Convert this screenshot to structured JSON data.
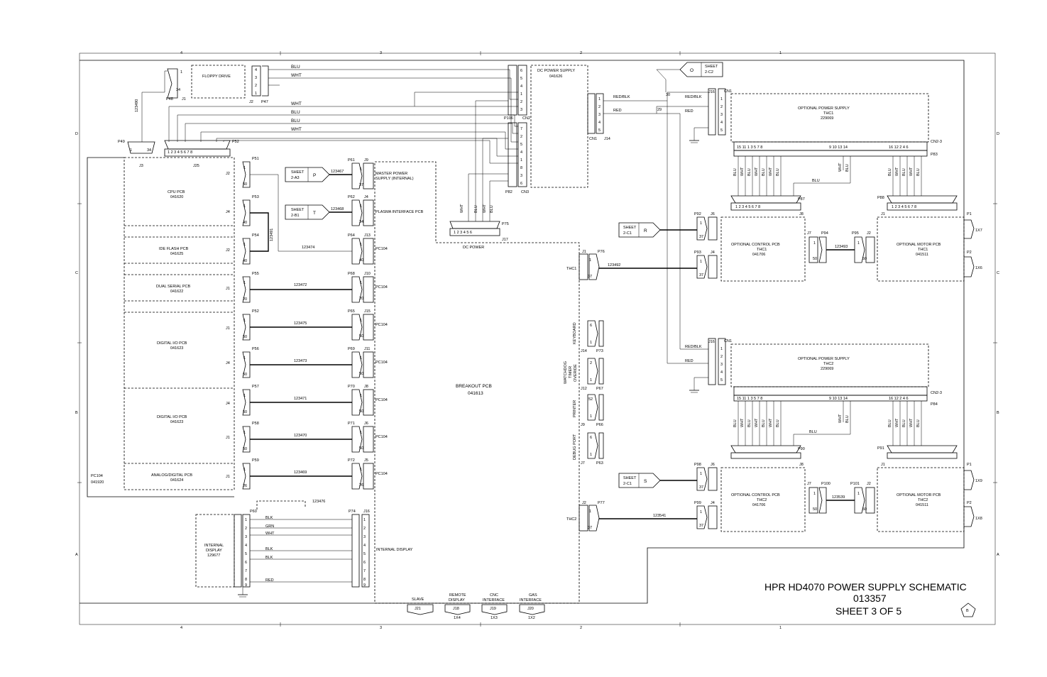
{
  "title_block": {
    "title": "HPR HD4070 POWER SUPPLY SCHEMATIC",
    "number": "013357",
    "sheet": "SHEET 3 OF 5",
    "revision": "B"
  },
  "zones": {
    "columns": [
      "4",
      "3",
      "2",
      "1"
    ],
    "rows": [
      "D",
      "C",
      "B",
      "A"
    ]
  },
  "boards": {
    "floppy": "FLOPPY DRIVE",
    "dc_ps": "DC POWER SUPPLY",
    "dc_ps_pn": "041626",
    "cpu": "CPU PCB",
    "cpu_pn": "041620",
    "ide": "IDE FLASH PCB",
    "ide_pn": "041625",
    "serial": "DUAL SERIAL PCB",
    "serial_pn": "041622",
    "dio1": "DIGITAL I/O PCB",
    "dio1_pn": "041623",
    "dio2": "DIGITAL I/O PCB",
    "dio2_pn": "041623",
    "analog": "ANALOG/DIGITAL PCB",
    "analog_pn": "041624",
    "pc104": "PC104",
    "pc104_pn": "041920",
    "breakout": "BREAKOUT PCB",
    "breakout_pn": "041613",
    "master_ps": "MASTER POWER",
    "master_ps2": "SUPPLY (INTERNAL)",
    "plasma_iface": "PLASMA INTERFACE PCB",
    "dc_power": "DC POWER",
    "int_display_lbl": "INTERNAL DISPLAY",
    "int_display": "INTERNAL",
    "int_display2": "DISPLAY",
    "int_display_pn": "129677",
    "ops": "OPTIONAL POWER SUPPLY",
    "ops_thc1": "THC1",
    "ops_thc2": "THC2",
    "ops_pn": "229069",
    "ocp": "OPTIONAL CONTROL PCB",
    "ocp_thc1": "THC1",
    "ocp_thc2": "THC2",
    "ocp_pn": "041706",
    "omp": "OPTIONAL MOTOR PCB",
    "omp_thc1": "THC1",
    "omp_thc2": "THC2",
    "omp_pn": "041511",
    "pc104_slot": "PC104"
  },
  "sheet_refs": {
    "word": "SHEET",
    "o": {
      "letter": "O",
      "ref": "2-C2"
    },
    "p": {
      "letter": "P",
      "ref": "2-A3"
    },
    "t": {
      "letter": "T",
      "ref": "2-B1"
    },
    "r": {
      "letter": "R",
      "ref": "2-C1"
    },
    "s": {
      "letter": "S",
      "ref": "2-C1"
    }
  },
  "cables": {
    "c123490": "123490",
    "c123491": "123491",
    "c123467": "123467",
    "c123468": "123468",
    "c123474": "123474",
    "c123472": "123472",
    "c123475": "123475",
    "c123473": "123473",
    "c123471": "123471",
    "c123470": "123470",
    "c123469": "123469",
    "c123476": "123476",
    "c123492": "123492",
    "c123493": "123493",
    "c123539": "123539",
    "c123541": "123541"
  },
  "wires": {
    "blu": "BLU",
    "wht": "WHT",
    "red": "RED",
    "redblk": "RED/BLK",
    "blk": "BLK",
    "grn": "GRN"
  },
  "connectors": {
    "p48": "P48",
    "j1": "J1",
    "j2": "J2",
    "p47": "P47",
    "p49": "P49",
    "j3": "J3",
    "p52": "P52",
    "j25": "J25",
    "p106": "P106",
    "cn2": "CN2",
    "p82": "P82",
    "cn3": "CN3",
    "cn1": "CN1",
    "j14": "J14",
    "j15": "J15",
    "p75": "P75",
    "j17": "J17",
    "p51": "P51",
    "p53": "P53",
    "p54": "P54",
    "p55": "P55",
    "p56": "P56",
    "p57": "P57",
    "p58": "P58",
    "p59": "P59",
    "p60": "P60",
    "p61": "P61",
    "j9": "J9",
    "p62": "P62",
    "j4": "J4",
    "p64": "P64",
    "j13": "J13",
    "p68": "P68",
    "j10": "J10",
    "p65": "P65",
    "p69": "P69",
    "j11": "J11",
    "p70": "P70",
    "j8": "J8",
    "p71": "P71",
    "j6": "J6",
    "p72": "P72",
    "j5": "J5",
    "p74": "P74",
    "j16": "J16",
    "p76": "P76",
    "p73": "P73",
    "p67": "P67",
    "j12": "J12",
    "p66": "P66",
    "j9b": "J9",
    "p63": "P63",
    "j7": "J7",
    "p77": "P77",
    "cn23": "CN2-3",
    "p83": "P83",
    "p84": "P84",
    "p87": "P87",
    "p88": "P88",
    "p90": "P90",
    "p91": "P91",
    "p92": "P92",
    "p93": "P93",
    "p94": "P94",
    "p95": "P95",
    "p98": "P98",
    "p99": "P99",
    "p100": "P100",
    "p101": "P101",
    "p1": "P1",
    "p2": "P2",
    "x7": "1X7",
    "x6": "1X6",
    "x9": "1X9",
    "x8": "1X8",
    "thc1": "THC1",
    "thc2": "THC2",
    "j21": "J21",
    "j18": "J18",
    "j19": "J19",
    "j20": "J20",
    "x4": "1X4",
    "x3": "1X3",
    "x2": "1X2",
    "n29": "29",
    "n30": "30"
  },
  "ports": {
    "keyboard": "KEYBOARD",
    "watchdog1": "WATCHDOG",
    "watchdog2": "TIMER",
    "watchdog3": "OVERIDE",
    "printer": "PRINTER",
    "debug": "DEBUG PORT",
    "slave": "SLAVE",
    "remote1": "REMOTE",
    "remote2": "DISPLAY",
    "cnc1": "CNC",
    "cnc2": "INTERFACE",
    "gas1": "GAS",
    "gas2": "INTERFACE"
  }
}
